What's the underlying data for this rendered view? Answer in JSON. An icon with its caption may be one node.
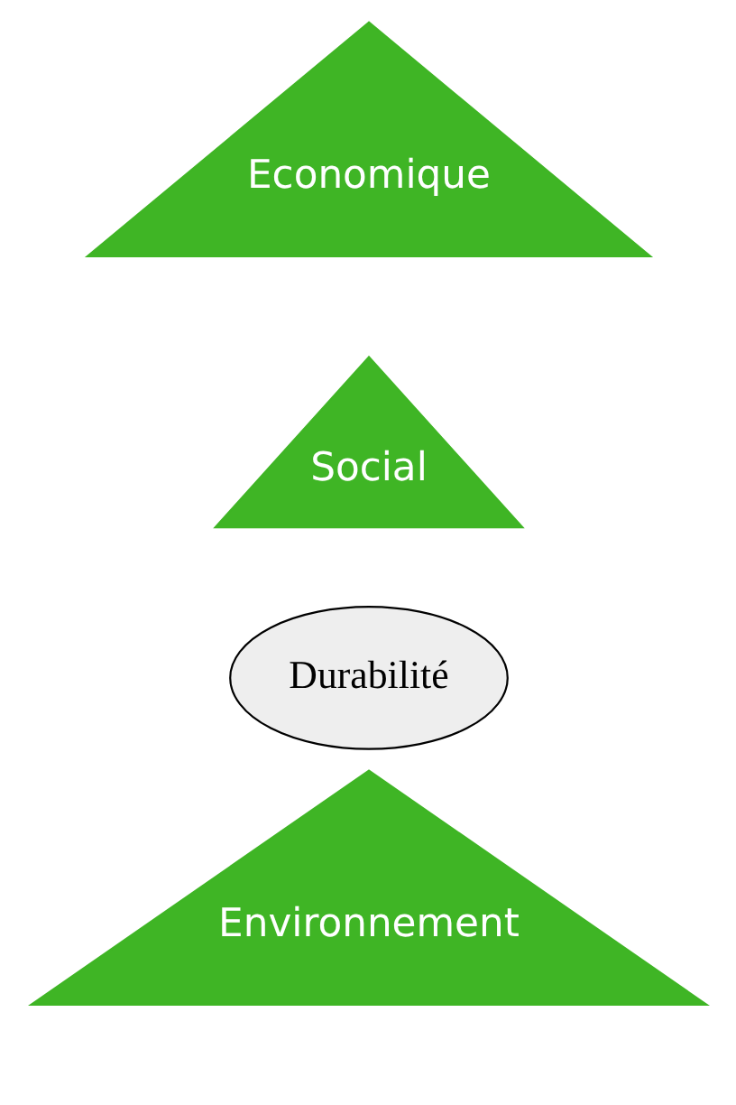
{
  "diagram": {
    "nodes": [
      {
        "text": [
          "Environnement"
        ]
      },
      {
        "text": [
          "Durabilité"
        ]
      },
      {
        "text": [
          "Social"
        ]
      },
      {
        "text": [
          "Economique"
        ]
      }
    ]
  }
}
